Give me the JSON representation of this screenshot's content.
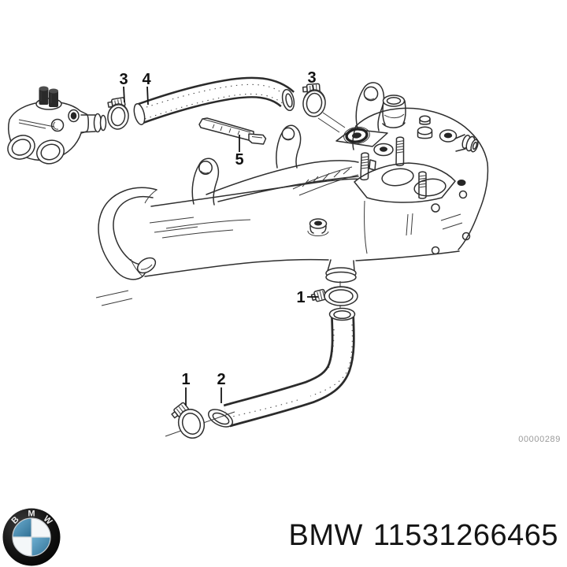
{
  "diagram": {
    "callouts": {
      "clamp_small_left": "3",
      "hose_upper": "4",
      "clamp_small_right": "3",
      "seal_strip": "5",
      "clamp_outlet": "1",
      "clamp_lower": "1",
      "hose_lower": "2"
    },
    "drawing_number": "00000289",
    "line_color": "#2f2f2f"
  },
  "footer": {
    "brand": "BMW",
    "part_number": "11531266465",
    "logo_letters": [
      "B",
      "M",
      "W"
    ],
    "colors": {
      "roundel_ring": "#0b0b0b",
      "roundel_blue": "#4a90b8",
      "roundel_white": "#f4f7f9",
      "text": "#141414"
    }
  }
}
